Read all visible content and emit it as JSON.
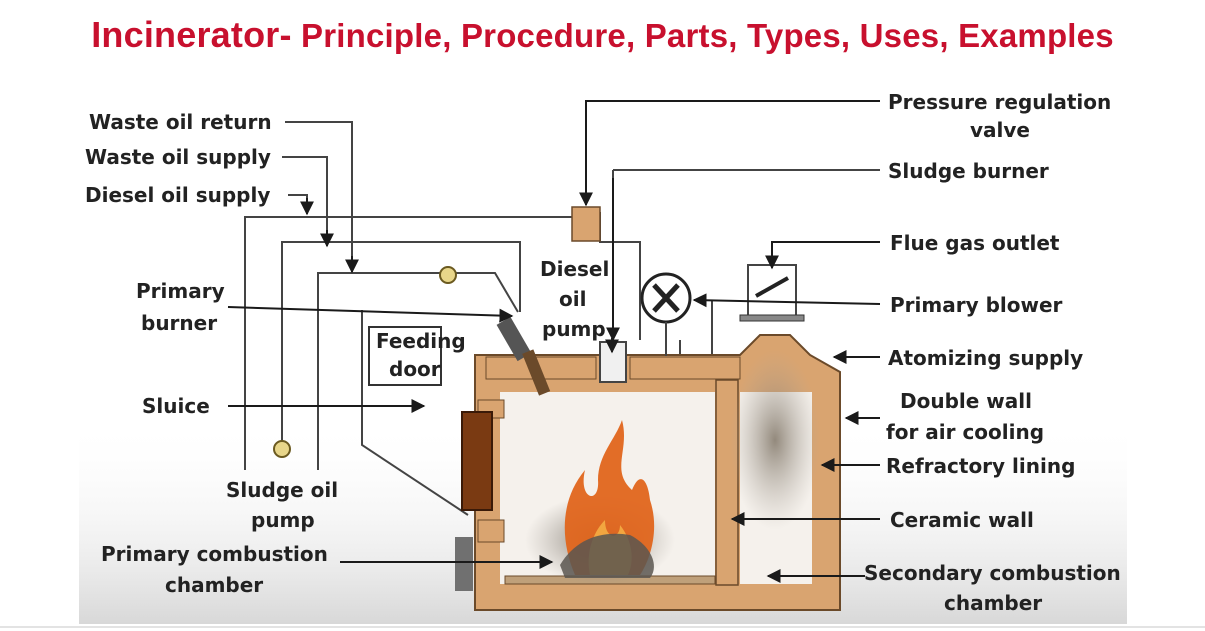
{
  "title": {
    "lead": "Incinerator-",
    "rest": " Principle, Procedure, Parts, Types, Uses, Examples"
  },
  "colors": {
    "title": "#c8102e",
    "wall": "#d9a470",
    "wall_stroke": "#6b4a2a",
    "pipe": "#333333",
    "fire": "#e0651c",
    "smoke": "#6b6359"
  },
  "labels": {
    "waste_oil_return": "Waste oil return",
    "waste_oil_supply": "Waste oil supply",
    "diesel_oil_supply": "Diesel oil supply",
    "primary_burner_1": "Primary",
    "primary_burner_2": "burner",
    "sluice": "Sluice",
    "sludge_oil_pump_1": "Sludge oil",
    "sludge_oil_pump_2": "pump",
    "primary_combustion_1": "Primary combustion",
    "primary_combustion_2": "chamber",
    "feeding_door_1": "Feeding",
    "feeding_door_2": "door",
    "diesel_oil_pump_1": "Diesel",
    "diesel_oil_pump_2": "oil",
    "diesel_oil_pump_3": "pump",
    "pressure_regulation_1": "Pressure regulation",
    "pressure_regulation_2": "valve",
    "sludge_burner": "Sludge burner",
    "flue_gas_outlet": "Flue gas outlet",
    "primary_blower": "Primary blower",
    "atomizing_supply": "Atomizing supply",
    "double_wall_1": "Double wall",
    "double_wall_2": "for air cooling",
    "refractory_lining": "Refractory lining",
    "ceramic_wall": "Ceramic wall",
    "secondary_combustion_1": "Secondary combustion",
    "secondary_combustion_2": "chamber"
  }
}
